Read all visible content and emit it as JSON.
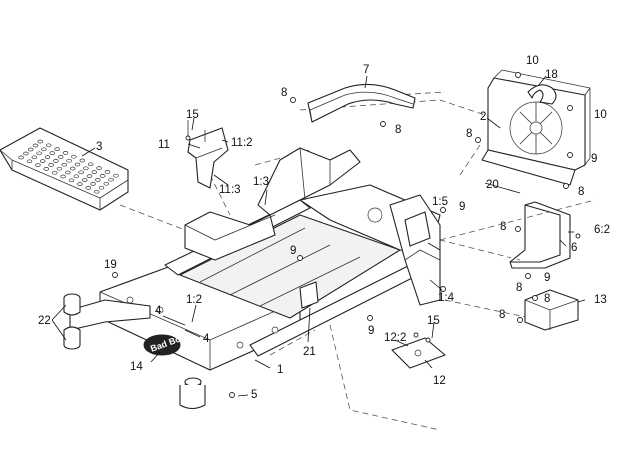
{
  "diagram": {
    "callouts": {
      "c1": "1",
      "c1_2": "1:2",
      "c1_3": "1:3",
      "c1_4": "1:4",
      "c1_5": "1:5",
      "c2": "2",
      "c3": "3",
      "c4a": "4",
      "c4b": "4",
      "c5": "5",
      "c6": "6",
      "c6_2": "6:2",
      "c7": "7",
      "c8a": "8",
      "c8b": "8",
      "c8c": "8",
      "c8d": "8",
      "c8e": "8",
      "c8f": "8",
      "c8g": "8",
      "c8h": "8",
      "c9a": "9",
      "c9b": "9",
      "c9c": "9",
      "c9d": "9",
      "c9e": "9",
      "c10a": "10",
      "c10b": "10",
      "c11": "11",
      "c11_2": "11:2",
      "c11_3": "11:3",
      "c12": "12",
      "c12_2": "12:2",
      "c13": "13",
      "c14": "14",
      "c15a": "15",
      "c15b": "15",
      "c18": "18",
      "c19": "19",
      "c20": "20",
      "c21": "21",
      "c22": "22"
    },
    "logo_text": "Bad Boy"
  }
}
